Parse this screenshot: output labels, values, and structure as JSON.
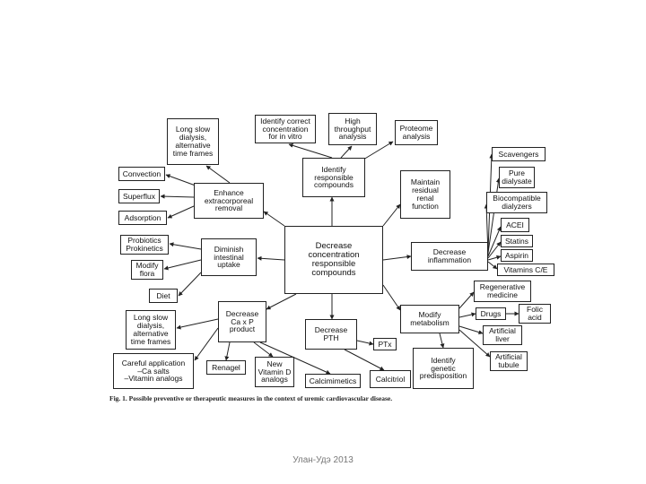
{
  "nodes": {
    "center": "Decrease\nconcentration\nresponsible\ncompounds",
    "identify": "Identify\nresponsible\ncompounds",
    "identify_correct": "Identify correct\nconcentration\nfor in vitro",
    "high_throughput": "High\nthroughput\nanalysis",
    "proteome": "Proteome\nanalysis",
    "maintain": "Maintain\nresidual\nrenal\nfunction",
    "long_slow_top": "Long slow\ndialysis,\nalternative\ntime frames",
    "convection": "Convection",
    "superflux": "Superflux",
    "adsorption": "Adsorption",
    "enhance": "Enhance\nextracorporeal\nremoval",
    "probiotics": "Probiotics\nProkinetics",
    "modify_flora": "Modify\nflora",
    "diminish": "Diminish\nintestinal\nuptake",
    "diet": "Diet",
    "scavengers": "Scavengers",
    "pure_dialysate": "Pure\ndialysate",
    "biocompatible": "Biocompatible\ndialyzers",
    "acei": "ACEI",
    "statins": "Statins",
    "aspirin": "Aspirin",
    "vitamins_ce": "Vitamins C/E",
    "decrease_inflammation": "Decrease\ninflammation",
    "regenerative": "Regenerative\nmedicine",
    "modify_metabolism": "Modify\nmetabolism",
    "drugs": "Drugs",
    "folic_acid": "Folic\nacid",
    "artificial_liver": "Artificial\nliver",
    "artificial_tubule": "Artificial\ntubule",
    "identify_genetic": "Identify\ngenetic\npredisposition",
    "decrease_caxp": "Decrease\nCa x P\nproduct",
    "long_slow_bottom": "Long slow\ndialysis,\nalternative\ntime frames",
    "careful_application": "Careful application\n–Ca salts\n–Vitamin analogs",
    "renagel": "Renagel",
    "new_vitd": "New\nVitamin D\nanalogs",
    "calcimimetics": "Calcimimetics",
    "decrease_pth": "Decrease\nPTH",
    "ptx": "PTx",
    "calcitriol": "Calcitriol"
  },
  "caption": "Fig. 1. Possible preventive or therapeutic measures in the context of uremic cardiovascular disease.",
  "footer": "Улан-Удэ 2013",
  "colors": {
    "line": "#222222",
    "footer": "#777777"
  }
}
